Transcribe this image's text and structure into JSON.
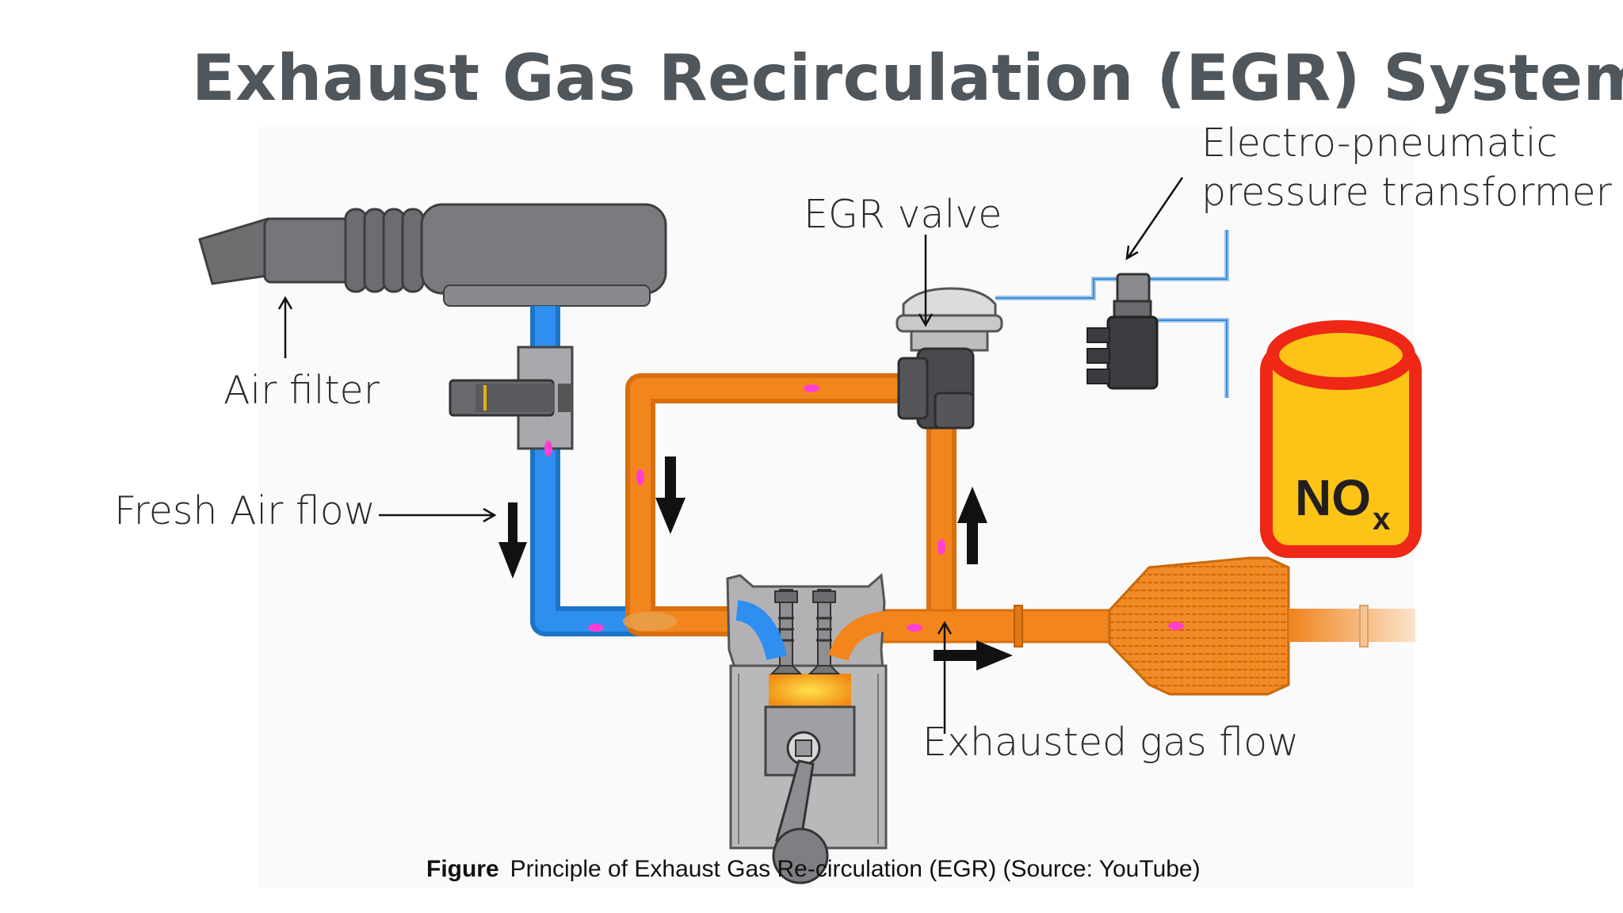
{
  "title": "Exhaust Gas Recirculation (EGR) System",
  "labels": {
    "electro_pneumatic_line1": "Electro-pneumatic",
    "electro_pneumatic_line2": "pressure transformer",
    "egr_valve": "EGR valve",
    "air_filter": "Air filter",
    "fresh_air_flow": "Fresh Air flow",
    "exhausted_gas_flow": "Exhausted gas flow",
    "nox": "NO",
    "nox_sub": "x"
  },
  "caption": {
    "prefix": "Figure",
    "text": "Principle of Exhaust Gas Re-circulation (EGR) (Source: YouTube)"
  },
  "colors": {
    "title": "#4f565c",
    "fresh_air_pipe": "#1e7fd8",
    "exhaust_pipe": "#f0841e",
    "nox_can": "#fcc416",
    "nox_rim": "#ee2716",
    "particle": "#ff3fd1"
  }
}
